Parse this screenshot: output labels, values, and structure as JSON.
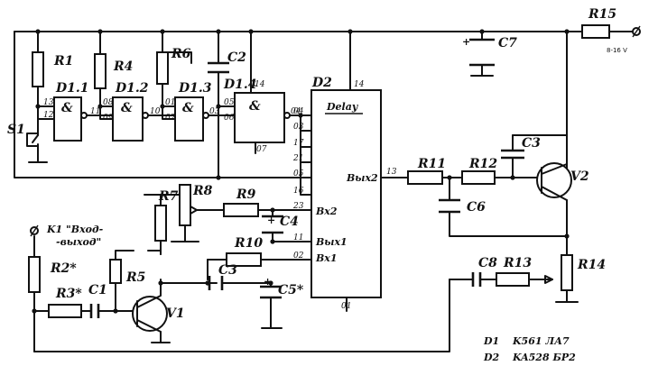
{
  "components": {
    "R1": "R1",
    "R2": "R2*",
    "R3": "R3*",
    "R4": "R4",
    "R5": "R5",
    "R6": "R6",
    "R7": "R7",
    "R8": "R8",
    "R9": "R9",
    "R10": "R10",
    "R11": "R11",
    "R12": "R12",
    "R13": "R13",
    "R14": "R14",
    "R15": "R15",
    "C1": "C1",
    "C2": "C2",
    "C3a": "C3",
    "C3b": "C3",
    "C4": "C4",
    "C5": "C5*",
    "C6": "C6",
    "C7": "C7",
    "C8": "C8",
    "V1": "V1",
    "V2": "V2",
    "S1": "S1",
    "D11": "D1.1",
    "D12": "D1.2",
    "D13": "D1.3",
    "D14": "D1.4",
    "D2": "D2"
  },
  "connector": {
    "line1": "K1 \"Вход-",
    "line2": "-выход\""
  },
  "supply": "8-16 V",
  "gate_symbol": "&",
  "ic_labels": {
    "delay": "Delay",
    "out2": "Вых2",
    "in2": "Вх2",
    "out1": "Вых1",
    "in1": "Вх1",
    "gnd": "01",
    "vcc": "14"
  },
  "pins": {
    "d11_in_a": "13",
    "d11_in_b": "12",
    "d11_out": "11",
    "d12_in_a": "08",
    "d12_in_b": "09",
    "d12_out": "10",
    "d13_in_a": "01",
    "d13_in_b": "02",
    "d13_out": "03",
    "d14_in_a": "05",
    "d14_in_b": "06",
    "d14_out": "04",
    "d14_gnd": "07",
    "d14_vcc": "14",
    "d2_04": "04",
    "d2_03": "03",
    "d2_17": "17",
    "d2_21": "21",
    "d2_05": "05",
    "d2_16": "16",
    "d2_23": "23",
    "d2_11": "11",
    "d2_02": "02",
    "d2_13": "13"
  },
  "legend": [
    {
      "ref": "D1",
      "part": "K561 ЛА7"
    },
    {
      "ref": "D2",
      "part": "KA528 БР2"
    }
  ]
}
